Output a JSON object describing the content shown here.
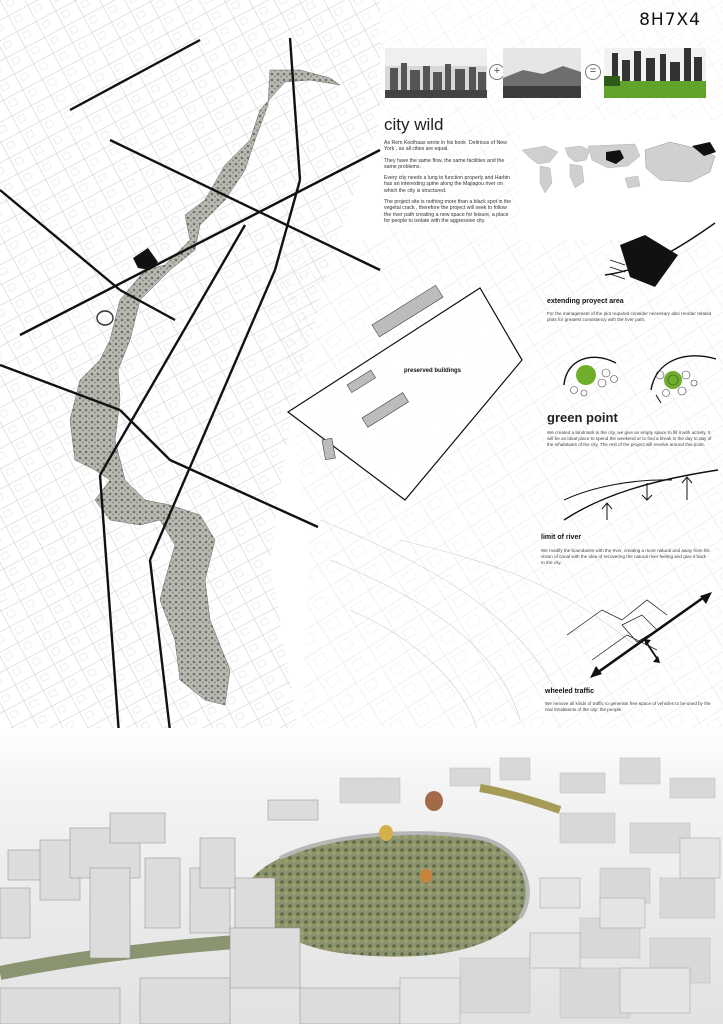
{
  "code": "8H7X4",
  "title": "city wild",
  "intro": [
    "As Rem Koolhaas wrote in his book `Delirious of New York`, as all cities are equal.",
    "They have the same flow, the same facilities and the same problems.",
    "Every city needs a lung to function properly and Harbin has an interesting spine along the Majiagou river on which the city is structured.",
    "The project site is nothing more than a black spot in the vegetal crack , therefore the project will seek to follow the river path creating a new space for leisure, a place for people to isolate with the aggressive city."
  ],
  "equation": {
    "plus": "+",
    "equals": "="
  },
  "preserved_label": "preserved buildings",
  "sections": {
    "extending": {
      "title": "extending proyect area",
      "text": "For the management of the plot required consider necessary also reorder related plots for greatest consistency with the river path."
    },
    "green": {
      "title": "green point",
      "text": "We created a landmark in the city, we give an empty space to fill it with activity. It will be an ideal place to spend the weekend or to find a break in the day to day of the inhabitants of the city. The rest of the project will revolve around this point."
    },
    "river": {
      "title": "limit of river",
      "text": "We modify the boundaries with the river, creating a more natural and away from his vision of canal with the idea of recovering the natural river feeling and give it back to the city."
    },
    "traffic": {
      "title": "wheeled traffic",
      "text": "We remove all kinds of traffic to generate free space of vehicles to be used by the real inhabitants of the city:  the  people"
    }
  },
  "colors": {
    "green": "#6fae2a",
    "vegetation": "#8a8a82",
    "black": "#111111"
  }
}
